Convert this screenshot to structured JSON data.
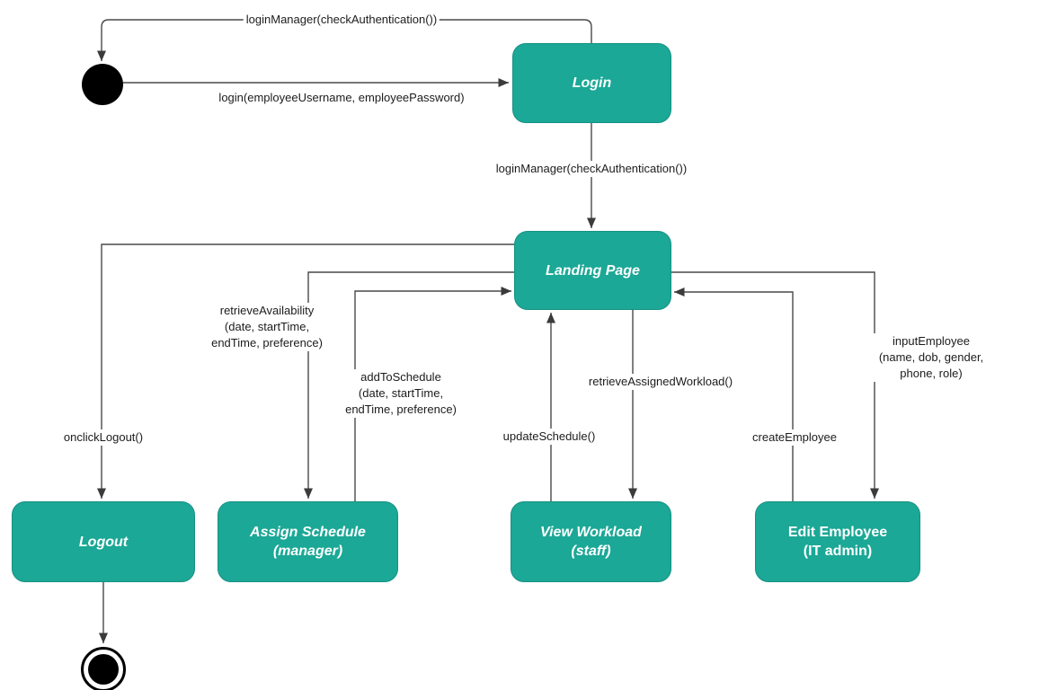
{
  "diagram": {
    "type": "uml-state-diagram",
    "accent_color": "#1BA896",
    "line_color": "#494949",
    "nodes": {
      "initial": {
        "name": "initial-state"
      },
      "login": {
        "label": "Login"
      },
      "landing": {
        "label": "Landing Page"
      },
      "logout": {
        "label": "Logout"
      },
      "assign_schedule": {
        "label": "Assign Schedule\n(manager)"
      },
      "view_workload": {
        "label": "View Workload\n(staff)"
      },
      "edit_employee": {
        "label": "Edit Employee\n(IT admin)"
      },
      "final": {
        "name": "final-state"
      }
    },
    "edges": {
      "login_loop_to_initial": {
        "label": "loginManager(checkAuthentication())"
      },
      "initial_to_login": {
        "label": "login(employeeUsername, employeePassword)"
      },
      "login_to_landing": {
        "label": "loginManager(checkAuthentication())"
      },
      "landing_to_logout": {
        "label": "onclickLogout()"
      },
      "landing_to_assign_schedule": {
        "label": "retrieveAvailability\n(date, startTime,\nendTime, preference)"
      },
      "assign_schedule_to_landing": {
        "label": "addToSchedule\n(date, startTime,\nendTime, preference)"
      },
      "view_workload_to_landing": {
        "label": "updateSchedule()"
      },
      "landing_to_view_workload": {
        "label": "retrieveAssignedWorkload()"
      },
      "edit_employee_to_landing": {
        "label": "createEmployee"
      },
      "landing_to_edit_employee": {
        "label": "inputEmployee\n(name, dob, gender, phone, role)"
      }
    }
  }
}
